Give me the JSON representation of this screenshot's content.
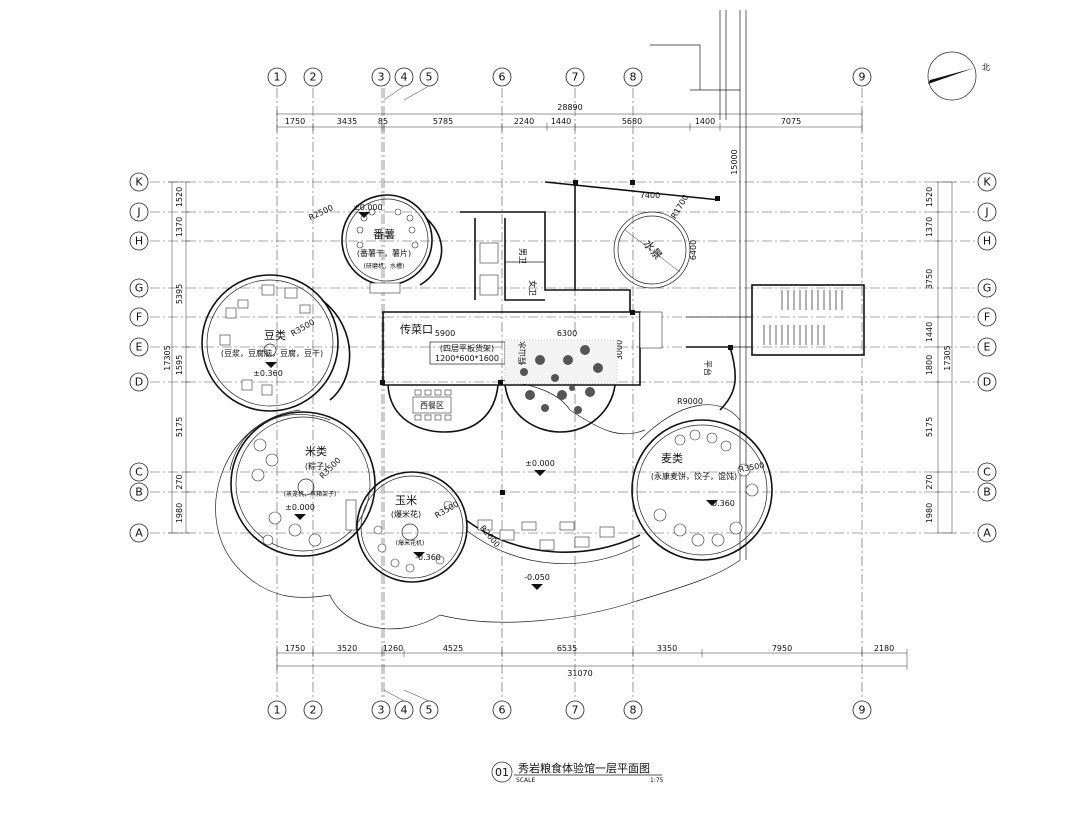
{
  "grid_columns": [
    "1",
    "2",
    "3",
    "4",
    "5",
    "6",
    "7",
    "8",
    "9"
  ],
  "grid_rows": [
    "K",
    "J",
    "H",
    "G",
    "F",
    "E",
    "D",
    "C",
    "B",
    "A"
  ],
  "dims_top": {
    "total": "28890",
    "segments": [
      "1750",
      "3435",
      "85",
      "5785",
      "2240",
      "1440",
      "5680",
      "1400",
      "7075"
    ]
  },
  "dims_bottom": {
    "total": "31070",
    "segments": [
      "1750",
      "3520",
      "1260",
      "4525",
      "6535",
      "3350",
      "7950",
      "2180"
    ]
  },
  "dims_left": {
    "total": "17305",
    "segments": [
      "1520",
      "1370",
      "5395",
      "1595",
      "5175",
      "270",
      "1980"
    ]
  },
  "dims_right": {
    "total": "17305",
    "segments": [
      "1520",
      "1370",
      "3750",
      "1440",
      "1800",
      "5175",
      "270",
      "1980"
    ]
  },
  "rooms": {
    "potato": {
      "name": "番薯",
      "sub": "(番薯干，薯片)",
      "sub2": "(研磨机，水槽)",
      "level": "±0.000",
      "radius": "R2500"
    },
    "bean": {
      "name": "豆类",
      "sub": "(豆浆，豆腐脑，豆腐，豆干)",
      "level": "±0.360",
      "radius": "R3500"
    },
    "rice": {
      "name": "米类",
      "sub": "(粽子)",
      "level": "±0.000",
      "radius": "R3500",
      "note": "(蒸笼机，蒸箱架子)"
    },
    "corn": {
      "name": "玉米",
      "sub": "(爆米花)",
      "level": "-0.360",
      "radius": "R3500",
      "note": "(爆米花机)"
    },
    "wheat": {
      "name": "麦类",
      "sub": "(永康麦饼，饺子，馄饨)",
      "level": "-0.360",
      "radius": "R3500"
    },
    "western": {
      "name": "西餐区"
    },
    "serving": {
      "name": "传菜口"
    },
    "shelf": {
      "name": "(四层平板货架)",
      "size": "1200*600*1600"
    },
    "male_wc": {
      "name": "男卫"
    },
    "female_wc": {
      "name": "女卫"
    },
    "pool": {
      "name": "水景"
    },
    "rockery": {
      "name": "假山水"
    },
    "terrace": {
      "name": "平台"
    }
  },
  "annotations": {
    "dim_5900": "5900",
    "dim_6300": "6300",
    "dim_7400": "7400",
    "dim_6400": "6400",
    "dim_3000": "3000",
    "dim_15000": "15000",
    "r1700": "R1700",
    "r9000": "R9000",
    "r2600": "R2600",
    "plaza_level": "±0.000",
    "lower_level": "-0.050"
  },
  "north": "北",
  "title": {
    "number": "01",
    "text": "秀岩粮食体验馆一层平面图",
    "scale_label": "SCALE",
    "scale_value": "1:75"
  }
}
